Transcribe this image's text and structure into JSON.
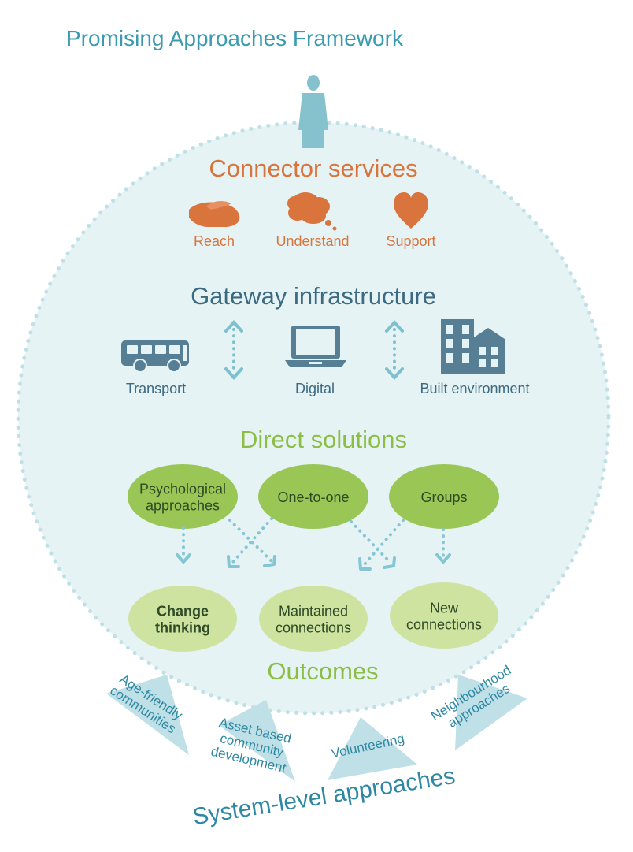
{
  "title": "Promising Approaches Framework",
  "colors": {
    "title": "#3a9bb0",
    "circle_fill": "#e6f3f5",
    "circle_dots": "#bfe0e6",
    "person": "#86c2cd",
    "connector": "#d9743c",
    "gateway": "#3c6a80",
    "gateway_icon": "#567e94",
    "gateway_arrow": "#7fc0cf",
    "direct": "#8cbd45",
    "solution_ellipse": "#99c655",
    "outcome_ellipse": "#cfe3a1",
    "ellipse_text": "#2e4a26",
    "flow_arrow": "#86c6d4",
    "system_arrow": "#bfe0e6",
    "system_text": "#2e88a3"
  },
  "connector_services": {
    "heading": "Connector services",
    "items": [
      {
        "label": "Reach",
        "icon": "hand-icon"
      },
      {
        "label": "Understand",
        "icon": "thought-bubble-icon"
      },
      {
        "label": "Support",
        "icon": "heart-icon"
      }
    ]
  },
  "gateway_infrastructure": {
    "heading": "Gateway infrastructure",
    "items": [
      {
        "label": "Transport",
        "icon": "bus-icon"
      },
      {
        "label": "Digital",
        "icon": "laptop-icon"
      },
      {
        "label": "Built environment",
        "icon": "buildings-icon"
      }
    ]
  },
  "direct_solutions": {
    "heading": "Direct solutions",
    "items": [
      {
        "lines": [
          "Psychological",
          "approaches"
        ]
      },
      {
        "lines": [
          "One-to-one"
        ]
      },
      {
        "lines": [
          "Groups"
        ]
      }
    ]
  },
  "outcomes": {
    "heading": "Outcomes",
    "items": [
      {
        "lines": [
          "Change",
          "thinking"
        ]
      },
      {
        "lines": [
          "Maintained",
          "connections"
        ]
      },
      {
        "lines": [
          "New",
          "connections"
        ]
      }
    ]
  },
  "system_level": {
    "heading": "System-level approaches",
    "items": [
      {
        "lines": [
          "Age-friendly",
          "communities"
        ]
      },
      {
        "lines": [
          "Asset based",
          "community",
          "development"
        ]
      },
      {
        "lines": [
          "Volunteering"
        ]
      },
      {
        "lines": [
          "Neighbourhood",
          "approaches"
        ]
      }
    ]
  }
}
